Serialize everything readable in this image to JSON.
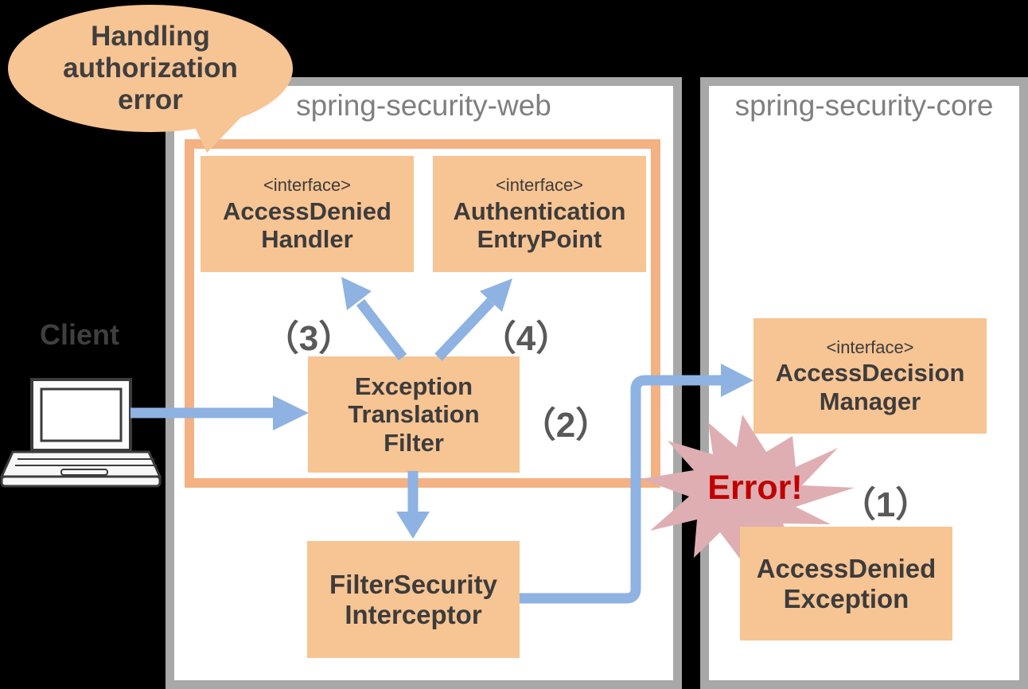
{
  "colors": {
    "background": "#000000",
    "module_border": "#A8A8A8",
    "module_title_text": "#7F7F7F",
    "component_fill": "#F7C493",
    "inner_group_border": "#F4B183",
    "dark_text": "#3C3C3C",
    "step_label_text": "#595959",
    "arrow_blue": "#8EB2E2",
    "burst_pink": "#DFAEB2",
    "error_red": "#C00000"
  },
  "callout": {
    "lines": [
      "Handling",
      "authorization",
      "error"
    ]
  },
  "client": {
    "label": "Client"
  },
  "modules": {
    "web": {
      "title": "spring-security-web"
    },
    "core": {
      "title": "spring-security-core"
    }
  },
  "components": {
    "access_denied_handler": {
      "stereotype": "<interface>",
      "lines": [
        "AccessDenied",
        "Handler"
      ]
    },
    "authentication_entry_point": {
      "stereotype": "<interface>",
      "lines": [
        "Authentication",
        "EntryPoint"
      ]
    },
    "exception_translation_filter": {
      "lines": [
        "Exception",
        "Translation",
        "Filter"
      ]
    },
    "filter_security_interceptor": {
      "lines": [
        "FilterSecurity",
        "Interceptor"
      ]
    },
    "access_decision_manager": {
      "stereotype": "<interface>",
      "lines": [
        "AccessDecision",
        "Manager"
      ]
    },
    "access_denied_exception": {
      "lines": [
        "AccessDenied",
        "Exception"
      ]
    }
  },
  "steps": {
    "s1": "（1）",
    "s2": "（2）",
    "s3": "（3）",
    "s4": "（4）"
  },
  "error_burst": {
    "label": "Error!"
  }
}
